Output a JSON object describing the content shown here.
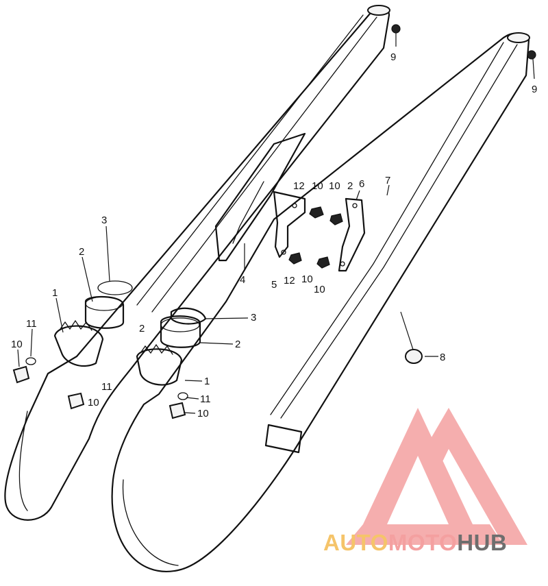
{
  "callouts": {
    "c1a": "1",
    "c1b": "1",
    "c2a": "2",
    "c2b": "2",
    "c2c": "2",
    "c2d": "2",
    "c3a": "3",
    "c3b": "3",
    "c4": "4",
    "c5": "5",
    "c6": "6",
    "c7": "7",
    "c8": "8",
    "c9a": "9",
    "c9b": "9",
    "c10a": "10",
    "c10b": "10",
    "c10c": "10",
    "c10d": "10",
    "c10e": "10",
    "c10f": "10",
    "c10g": "10",
    "c11a": "11",
    "c11b": "11",
    "c11c": "11",
    "c12a": "12",
    "c12b": "12"
  },
  "watermark": {
    "part1": "AUTO",
    "part2": "MOTO",
    "part3": "HUB",
    "colors": {
      "auto": "#f5c46a",
      "moto": "#f4a0a0",
      "hub": "#6e6e6e",
      "logo": "#f4a0a0"
    }
  }
}
